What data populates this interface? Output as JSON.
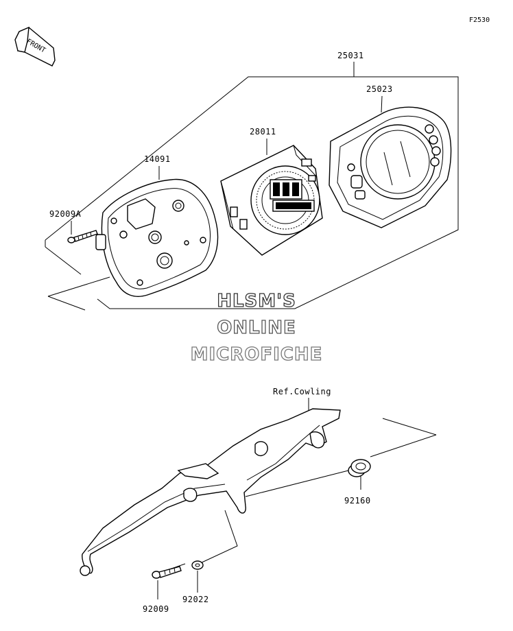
{
  "figure_code": "F2530",
  "front_label": "FRONT",
  "watermark": {
    "line1": "HLSM'S",
    "line2": "ONLINE",
    "line3": "MICROFICHE",
    "colors": [
      "#333333",
      "#555555",
      "#777777"
    ]
  },
  "parts": {
    "assembly": "25031",
    "meter_case": "25023",
    "display_unit": "28011",
    "rear_cover": "14091",
    "screw_a": "92009A",
    "bracket_ref": "Ref.Cowling",
    "grommet": "92160",
    "screw": "92009",
    "washer": "92022"
  }
}
